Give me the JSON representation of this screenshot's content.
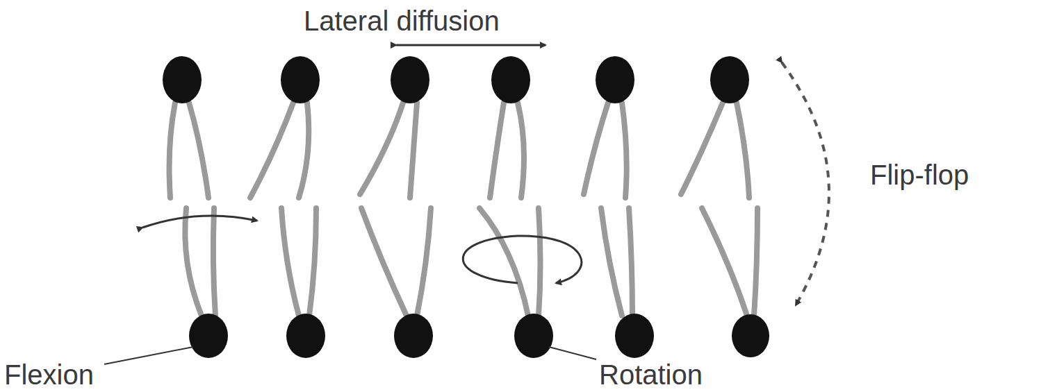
{
  "diagram": {
    "labels": [
      "Lateral diffusion",
      "Flip-flop",
      "Flexion",
      "Rotation"
    ]
  }
}
